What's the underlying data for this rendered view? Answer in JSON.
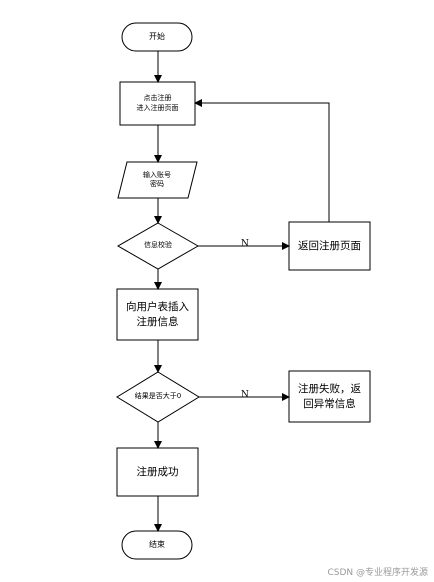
{
  "nodes": {
    "start": "开始",
    "register_click": "点击注册",
    "register_enter": "进入注册页面",
    "input_line1": "输入账号",
    "input_line2": "密码",
    "check": "信息校验",
    "insert_line1": "向用户表插入",
    "insert_line2": "注册信息",
    "result_check": "结果是否大于0",
    "success": "注册成功",
    "end": "结束",
    "back_register": "返回注册页面",
    "fail_line1": "注册失败，返",
    "fail_line2": "回异常信息"
  },
  "edge_labels": {
    "check_no": "N",
    "result_no": "N"
  },
  "watermark": "CSDN @专业程序开发源"
}
